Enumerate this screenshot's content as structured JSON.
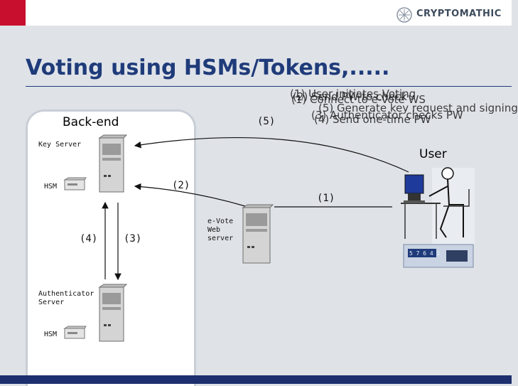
{
  "header": {
    "logo_text": "CRYPTOMATHIC"
  },
  "title": "Voting using HSMs/Tokens,.....",
  "steps_overlay": [
    "(1) User initiates Voting",
    "(2) Send PW to check",
    "(3) Authenticator checks PW",
    "(4) Send one-time PW",
    "(5) Generate key request and signing",
    "(1) Connect to e-Vote WS"
  ],
  "diagram": {
    "backend_label": "Back-end",
    "user_label": "User",
    "key_server_label": "Key Server",
    "hsm_label_top": "HSM",
    "hsm_label_bottom": "HSM",
    "auth_server_label_1": "Authenticator",
    "auth_server_label_2": "Server",
    "evote_label_1": "e-Vote",
    "evote_label_2": "Web",
    "evote_label_3": "server",
    "step_1": "(1)",
    "step_2": "(2)",
    "step_3": "(3)",
    "step_4": "(4)",
    "step_5": "(5)"
  },
  "colors": {
    "title": "#1f3b7a",
    "accent_red": "#c8102e",
    "bottom_bar": "#1d2f6e",
    "background": "#dfe3e8"
  }
}
